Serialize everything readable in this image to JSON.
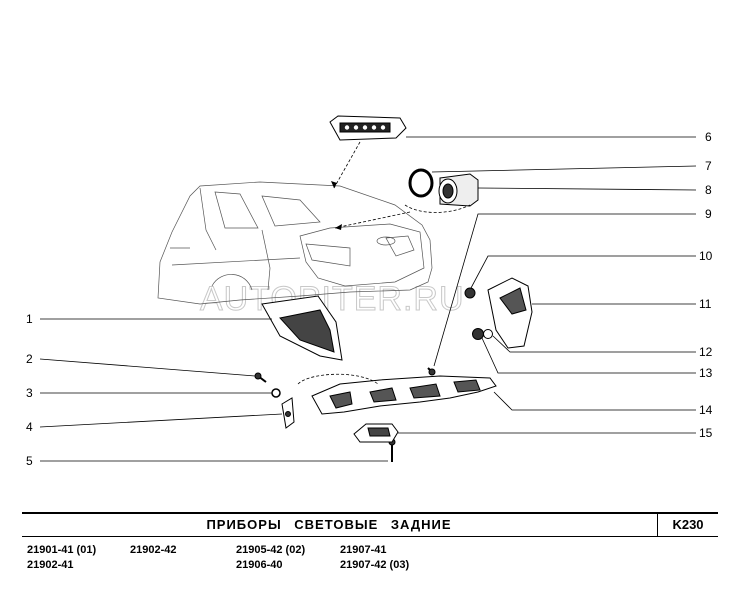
{
  "diagram": {
    "watermark": "AUTOPITER.RU",
    "callouts": [
      "1",
      "2",
      "3",
      "4",
      "5",
      "6",
      "7",
      "8",
      "9",
      "10",
      "11",
      "12",
      "13",
      "14",
      "15"
    ]
  },
  "footer": {
    "title": "ПРИБОРЫ   СВЕТОВЫЕ   ЗАДНИЕ",
    "code": "K230",
    "models": [
      "21901-41 (01)",
      "21902-41",
      "21902-42",
      "21905-42 (02)",
      "21906-40",
      "21907-41",
      "21907-42 (03)"
    ]
  },
  "colors": {
    "line": "#000000",
    "watermark": "#c8c8c8"
  }
}
